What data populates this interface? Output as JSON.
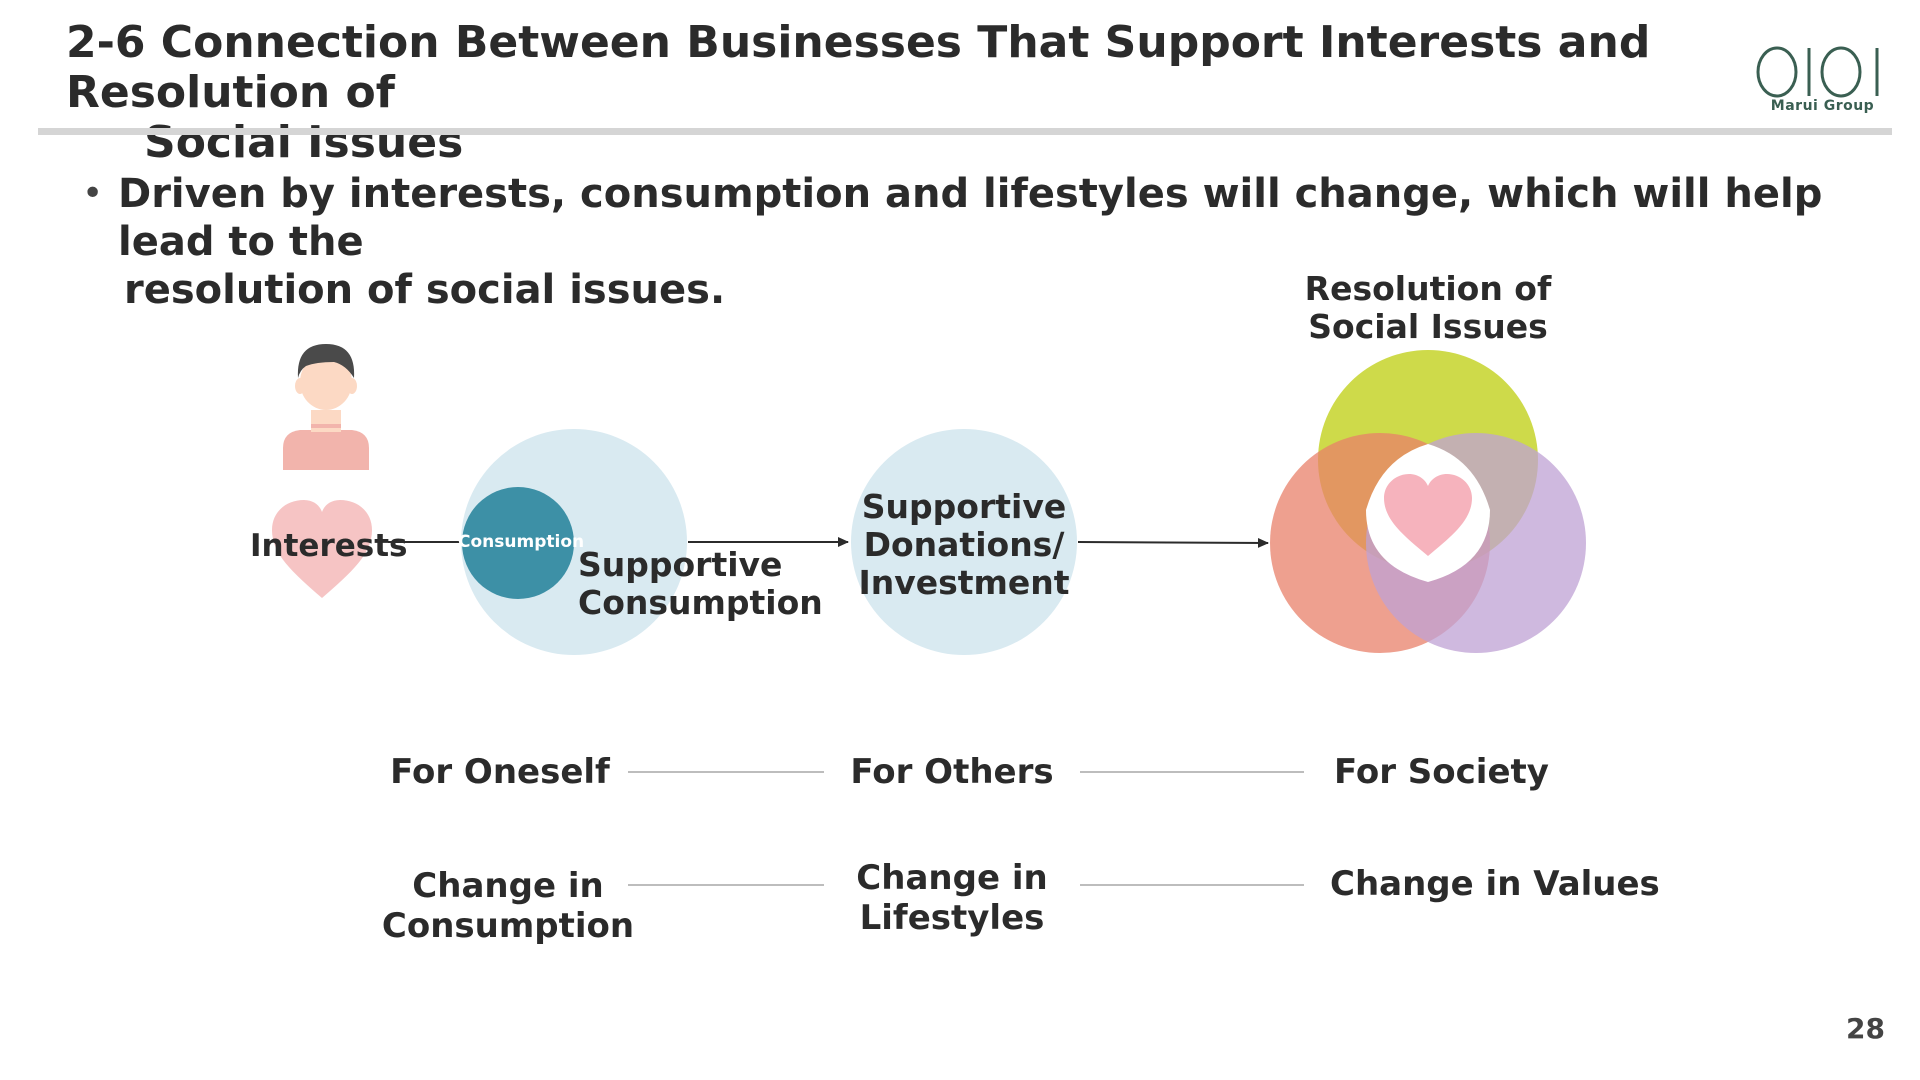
{
  "header": {
    "title_line1": "2-6 Connection Between Businesses That Support Interests and Resolution of",
    "title_line2": "Social Issues",
    "logo_text": "Marui Group"
  },
  "bullet": {
    "line1": "Driven by interests, consumption and lifestyles will change, which will help lead to the",
    "line2": "resolution of social issues."
  },
  "diagram": {
    "interests": "Interests",
    "consumption_small": "Consumption",
    "supportive_consumption_1": "Supportive",
    "supportive_consumption_2": "Consumption",
    "supportive_donations_1": "Supportive",
    "supportive_donations_2": "Donations/",
    "supportive_donations_3": "Investment",
    "resolution_1": "Resolution of",
    "resolution_2": "Social Issues",
    "icons": [
      "person-icon",
      "heart-icon",
      "heart-icon",
      "arrow-right-icon"
    ],
    "colors": {
      "light_blue": "#d9eaf1",
      "teal": "#3d90a6",
      "venn_top": "#c5d42a",
      "venn_left": "#e8806a",
      "venn_right": "#bfa2d4",
      "heart": "#f6b3bd",
      "person_skin": "#fcd9c4",
      "person_shirt": "#f2b4ac"
    }
  },
  "rows": {
    "for_oneself": "For Oneself",
    "for_others": "For Others",
    "for_society": "For Society",
    "change_consumption_1": "Change in",
    "change_consumption_2": "Consumption",
    "change_lifestyles_1": "Change in",
    "change_lifestyles_2": "Lifestyles",
    "change_values": "Change in Values"
  },
  "page_number": "28"
}
